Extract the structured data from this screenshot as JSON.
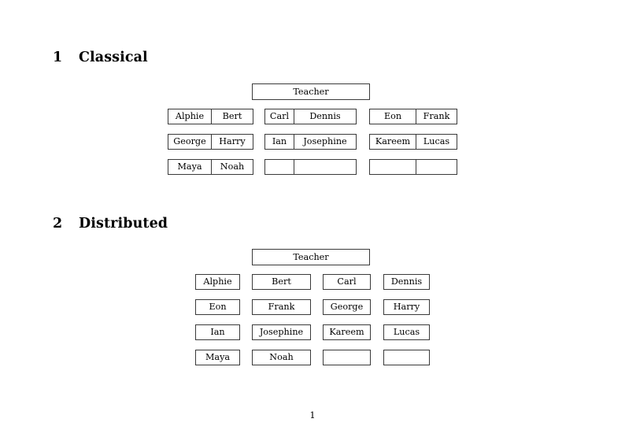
{
  "document": {
    "page_number": "1",
    "teacher_label": "Teacher"
  },
  "sections": [
    {
      "number": "1",
      "title": "Classical",
      "layout": "paired-columns",
      "teacher": "Teacher",
      "groups": [
        {
          "id": "a",
          "rows": [
            {
              "col1": "Alphie",
              "col2": "Bert"
            },
            {
              "col1": "George",
              "col2": "Harry"
            },
            {
              "col1": "Maya",
              "col2": "Noah"
            }
          ]
        },
        {
          "id": "b",
          "rows": [
            {
              "col1": "Carl",
              "col2": "Dennis"
            },
            {
              "col1": "Ian",
              "col2": "Josephine"
            },
            {
              "col1": "",
              "col2": ""
            }
          ]
        },
        {
          "id": "c",
          "rows": [
            {
              "col1": "Eon",
              "col2": "Frank"
            },
            {
              "col1": "Kareem",
              "col2": "Lucas"
            },
            {
              "col1": "",
              "col2": ""
            }
          ]
        }
      ]
    },
    {
      "number": "2",
      "title": "Distributed",
      "layout": "separate-columns",
      "teacher": "Teacher",
      "rows": [
        {
          "col1": "Alphie",
          "col2": "Bert",
          "col3": "Carl",
          "col4": "Dennis"
        },
        {
          "col1": "Eon",
          "col2": "Frank",
          "col3": "George",
          "col4": "Harry"
        },
        {
          "col1": "Ian",
          "col2": "Josephine",
          "col3": "Kareem",
          "col4": "Lucas"
        },
        {
          "col1": "Maya",
          "col2": "Noah",
          "col3": "",
          "col4": ""
        }
      ]
    }
  ]
}
